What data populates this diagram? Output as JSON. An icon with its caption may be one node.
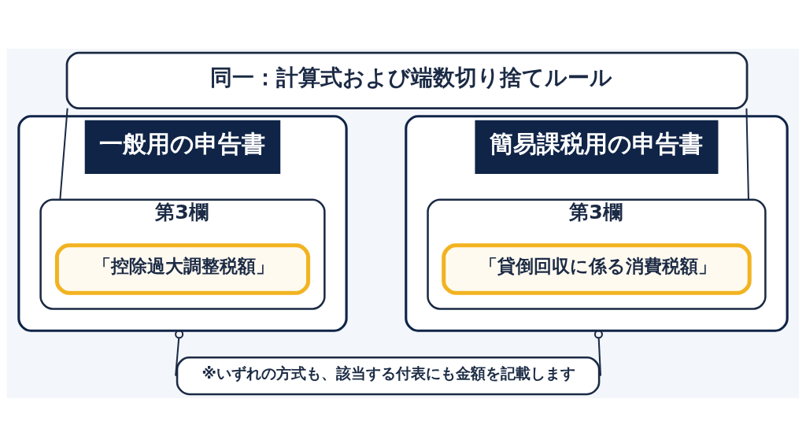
{
  "diagram": {
    "nodes": [
      {
        "text": [
          "一般用の申告書"
        ]
      },
      {
        "text": [
          "簡易課税用の申告書"
        ]
      },
      {
        "text": [
          "同一：計算式および端数切り捨てルール"
        ]
      },
      {
        "text": [
          "第3欄"
        ],
        "in": 0
      },
      {
        "text": [
          "「控除過大調整税額」"
        ],
        "in": 3
      },
      {
        "text": [
          "第3欄"
        ],
        "in": 1
      },
      {
        "text": [
          "「貸倒回収に係る消費税額」"
        ],
        "in": 5
      },
      {
        "text": [
          "※いずれの方式も、該当する付表にも金額を記載します"
        ]
      }
    ],
    "edges": [
      {
        "from": 2,
        "to": 3,
        "arrow": "none"
      },
      {
        "from": 2,
        "to": 5,
        "arrow": "none"
      },
      {
        "from": 0,
        "to": 7,
        "arrow": "other"
      },
      {
        "from": 1,
        "to": 7,
        "arrow": "other"
      }
    ]
  }
}
